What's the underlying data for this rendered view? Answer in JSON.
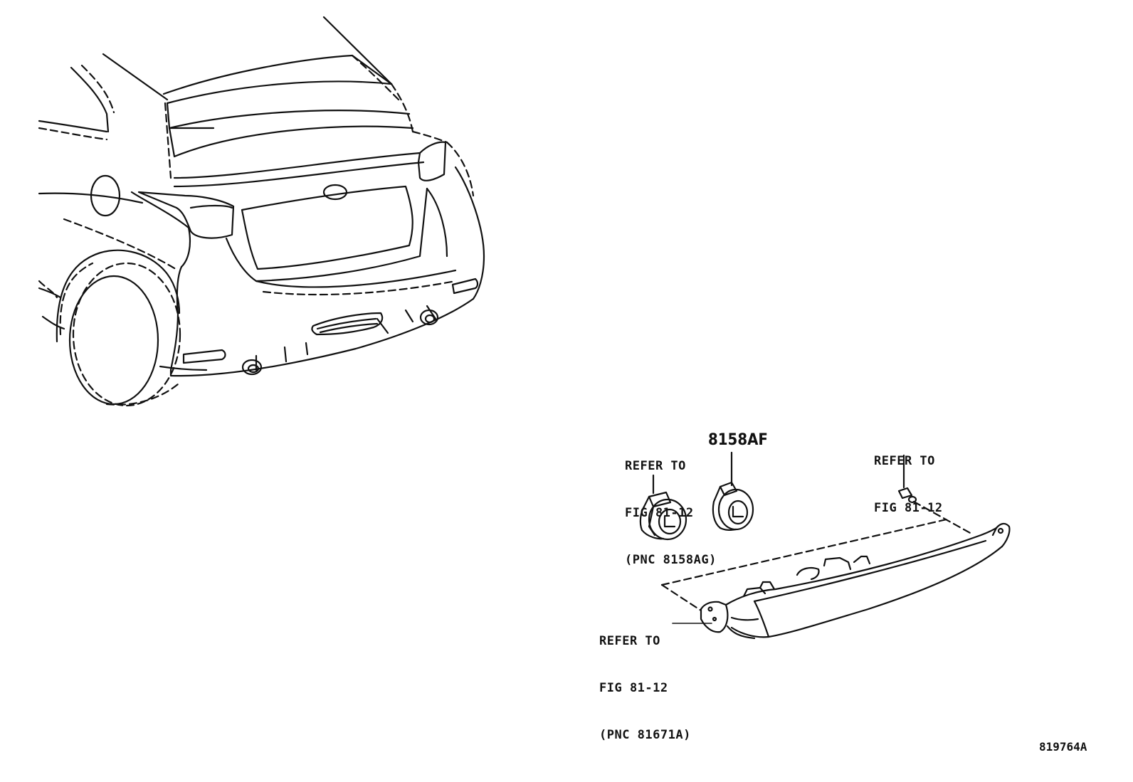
{
  "callouts": {
    "bulb_socket_ref": {
      "line1": "REFER TO",
      "line2": "FIG 81-12",
      "line3": "(PNC 8158AG)"
    },
    "part_number": "8158AF",
    "screw_ref": {
      "line1": "REFER TO",
      "line2": "FIG 81-12"
    },
    "lamp_ref": {
      "line1": "REFER TO",
      "line2": "FIG 81-12",
      "line3": "(PNC 81671A)"
    }
  },
  "figure_code": "819764A",
  "colors": {
    "line": "#111111",
    "background": "#ffffff"
  }
}
